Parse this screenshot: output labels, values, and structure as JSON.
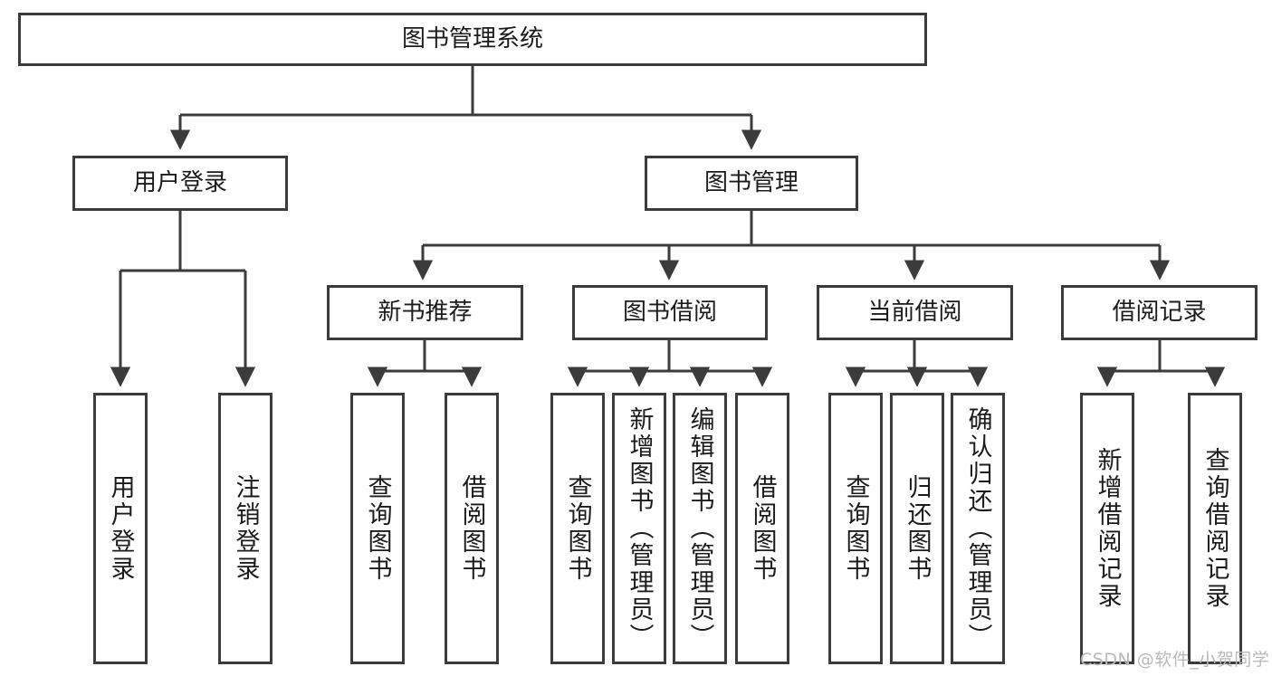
{
  "diagram": {
    "title": "图书管理系统",
    "type": "tree-hierarchy",
    "nodes": {
      "root": {
        "label": "图书管理系统"
      },
      "level1": [
        {
          "id": "user-login",
          "label": "用户登录"
        },
        {
          "id": "book-management",
          "label": "图书管理"
        }
      ],
      "level2": [
        {
          "id": "new-book-recommend",
          "label": "新书推荐",
          "parent": "book-management"
        },
        {
          "id": "book-borrow",
          "label": "图书借阅",
          "parent": "book-management"
        },
        {
          "id": "current-borrow",
          "label": "当前借阅",
          "parent": "book-management"
        },
        {
          "id": "borrow-record",
          "label": "借阅记录",
          "parent": "book-management"
        }
      ],
      "leaves": {
        "user-login": [
          {
            "id": "leaf-user-login",
            "label": "用户登录"
          },
          {
            "id": "leaf-user-logout",
            "label": "注销登录"
          }
        ],
        "new-book-recommend": [
          {
            "id": "leaf-query-book-1",
            "label": "查询图书"
          },
          {
            "id": "leaf-borrow-book-1",
            "label": "借阅图书"
          }
        ],
        "book-borrow": [
          {
            "id": "leaf-query-book-2",
            "label": "查询图书"
          },
          {
            "id": "leaf-add-book",
            "label": "新增图书（管理员）"
          },
          {
            "id": "leaf-edit-book",
            "label": "编辑图书（管理员）"
          },
          {
            "id": "leaf-borrow-book-2",
            "label": "借阅图书"
          }
        ],
        "current-borrow": [
          {
            "id": "leaf-query-book-3",
            "label": "查询图书"
          },
          {
            "id": "leaf-return-book",
            "label": "归还图书"
          },
          {
            "id": "leaf-confirm-return",
            "label": "确认归还（管理员）"
          }
        ],
        "borrow-record": [
          {
            "id": "leaf-add-record",
            "label": "新增借阅记录"
          },
          {
            "id": "leaf-query-record",
            "label": "查询借阅记录"
          }
        ]
      }
    },
    "colors": {
      "stroke": "#3b3b3b",
      "fill": "#ffffff",
      "text": "#1b1b1b",
      "watermark": "#b9b9b9"
    }
  },
  "watermark": {
    "text": "CSDN @软件_小贺同学"
  }
}
